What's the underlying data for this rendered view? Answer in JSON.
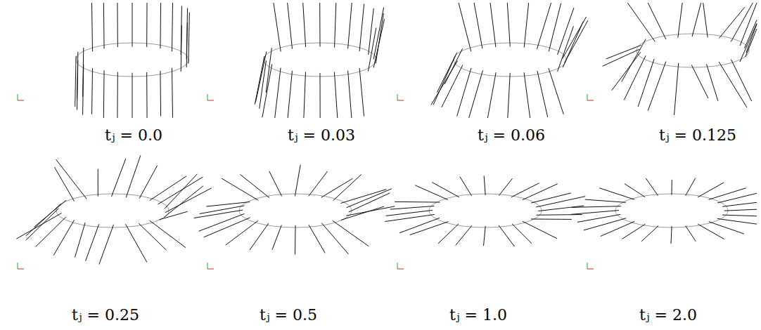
{
  "diagram": {
    "labels": [
      "tⱼ = 0.0",
      "tⱼ = 0.03",
      "tⱼ = 0.06",
      "tⱼ = 0.125",
      "tⱼ = 0.25",
      "tⱼ = 0.5",
      "tⱼ = 1.0",
      "tⱼ = 2.0"
    ]
  }
}
